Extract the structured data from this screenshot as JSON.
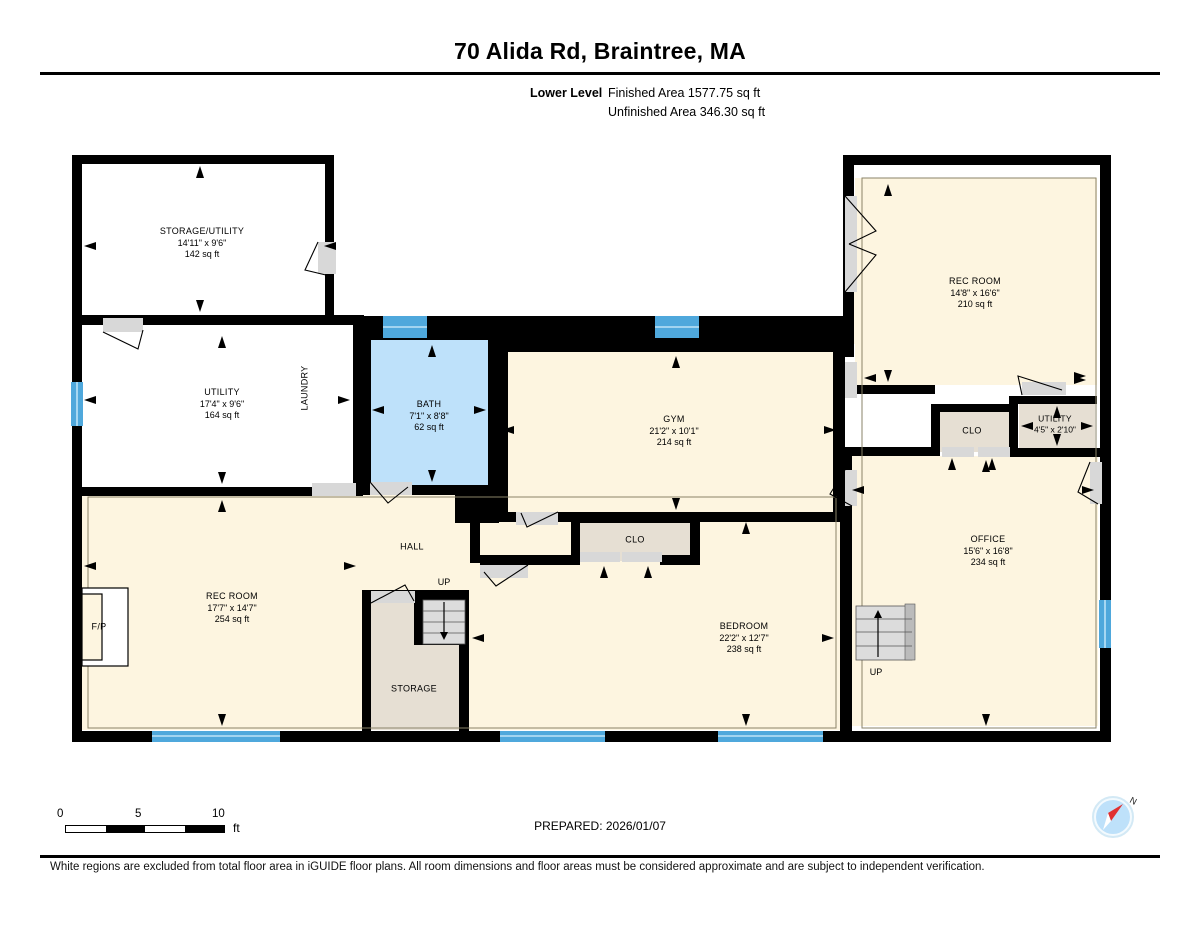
{
  "header": {
    "title": "70 Alida Rd, Braintree, MA",
    "level_label": "Lower Level",
    "finished_area": "Finished Area 1577.75 sq ft",
    "unfinished_area": "Unfinished Area 346.30 sq ft"
  },
  "rooms": [
    {
      "name": "STORAGE/UTILITY",
      "dim": "14'11\" x 9'6\"",
      "area": "142 sq ft"
    },
    {
      "name": "UTILITY",
      "dim": "17'4\" x 9'6\"",
      "area": "164 sq ft"
    },
    {
      "name": "LAUNDRY",
      "dim": "",
      "area": ""
    },
    {
      "name": "BATH",
      "dim": "7'1\" x 8'8\"",
      "area": "62 sq ft"
    },
    {
      "name": "GYM",
      "dim": "21'2\" x 10'1\"",
      "area": "214 sq ft"
    },
    {
      "name": "REC ROOM",
      "dim": "14'8\" x 16'6\"",
      "area": "210 sq ft"
    },
    {
      "name": "CLO",
      "dim": "",
      "area": ""
    },
    {
      "name": "UTILITY",
      "dim": "4'5\" x 2'10\"",
      "area": ""
    },
    {
      "name": "OFFICE",
      "dim": "15'6\" x 16'8\"",
      "area": "234 sq ft"
    },
    {
      "name": "REC ROOM",
      "dim": "17'7\" x 14'7\"",
      "area": "254 sq ft"
    },
    {
      "name": "HALL",
      "dim": "",
      "area": ""
    },
    {
      "name": "CLO",
      "dim": "",
      "area": ""
    },
    {
      "name": "BEDROOM",
      "dim": "22'2\" x 12'7\"",
      "area": "238 sq ft"
    },
    {
      "name": "STORAGE",
      "dim": "",
      "area": ""
    },
    {
      "name": "F/P",
      "dim": "",
      "area": ""
    }
  ],
  "stairs": [
    {
      "label": "UP"
    },
    {
      "label": "UP"
    }
  ],
  "scale": {
    "tick_0": "0",
    "tick_5": "5",
    "tick_10": "10",
    "unit": "ft"
  },
  "compass": {
    "north_label": "N"
  },
  "prepared": "PREPARED: 2026/01/07",
  "footer": "White regions are excluded from total floor area in iGUIDE floor plans. All room dimensions and floor areas must be considered approximate and are subject to independent verification.",
  "colors": {
    "finished_fill": "#FDF5E0",
    "bath_fill": "#BEE1FA",
    "closet_fill": "#E6DFD3",
    "wall": "#000000",
    "window": "#4FA8DC",
    "door": "#D8D8D8",
    "unfinished_fill": "#FFFFFF"
  }
}
